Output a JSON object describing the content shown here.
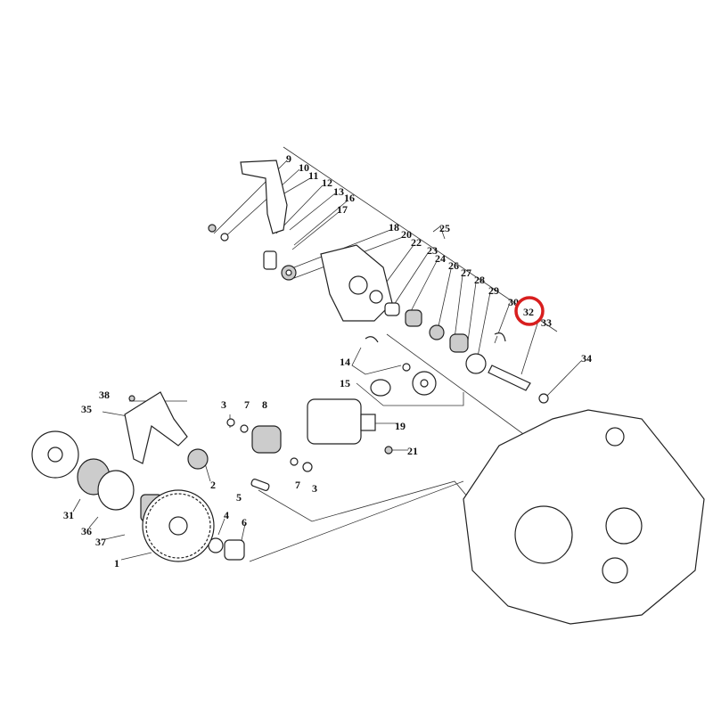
{
  "diagram": {
    "highlight_color": "#d81e1e",
    "highlighted_part": "32",
    "labels": [
      "9",
      "10",
      "11",
      "12",
      "13",
      "16",
      "17",
      "18",
      "20",
      "22",
      "23",
      "24",
      "25",
      "26",
      "27",
      "28",
      "29",
      "30",
      "32",
      "33",
      "34",
      "14",
      "15",
      "38",
      "35",
      "3",
      "7",
      "8",
      "19",
      "21",
      "2",
      "5",
      "7",
      "3",
      "4",
      "6",
      "31",
      "36",
      "37",
      "1"
    ]
  }
}
